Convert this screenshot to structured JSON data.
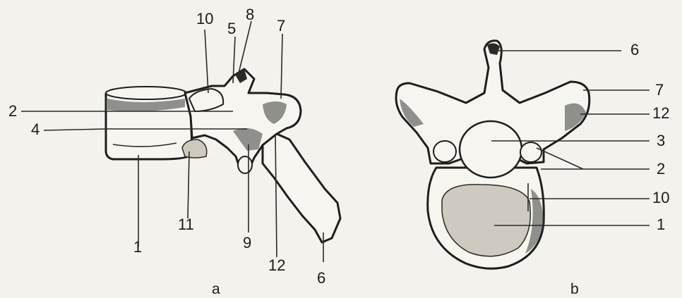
{
  "figure_a": {
    "caption": "a",
    "labels": {
      "l10": "10",
      "l5": "5",
      "l8": "8",
      "l7": "7",
      "l2": "2",
      "l4": "4",
      "l1": "1",
      "l11": "11",
      "l9": "9",
      "l12": "12",
      "l6": "6"
    }
  },
  "figure_b": {
    "caption": "b",
    "labels": {
      "l6": "6",
      "l7": "7",
      "l12": "12",
      "l3": "3",
      "l2": "2",
      "l10": "10",
      "l1": "1"
    }
  }
}
